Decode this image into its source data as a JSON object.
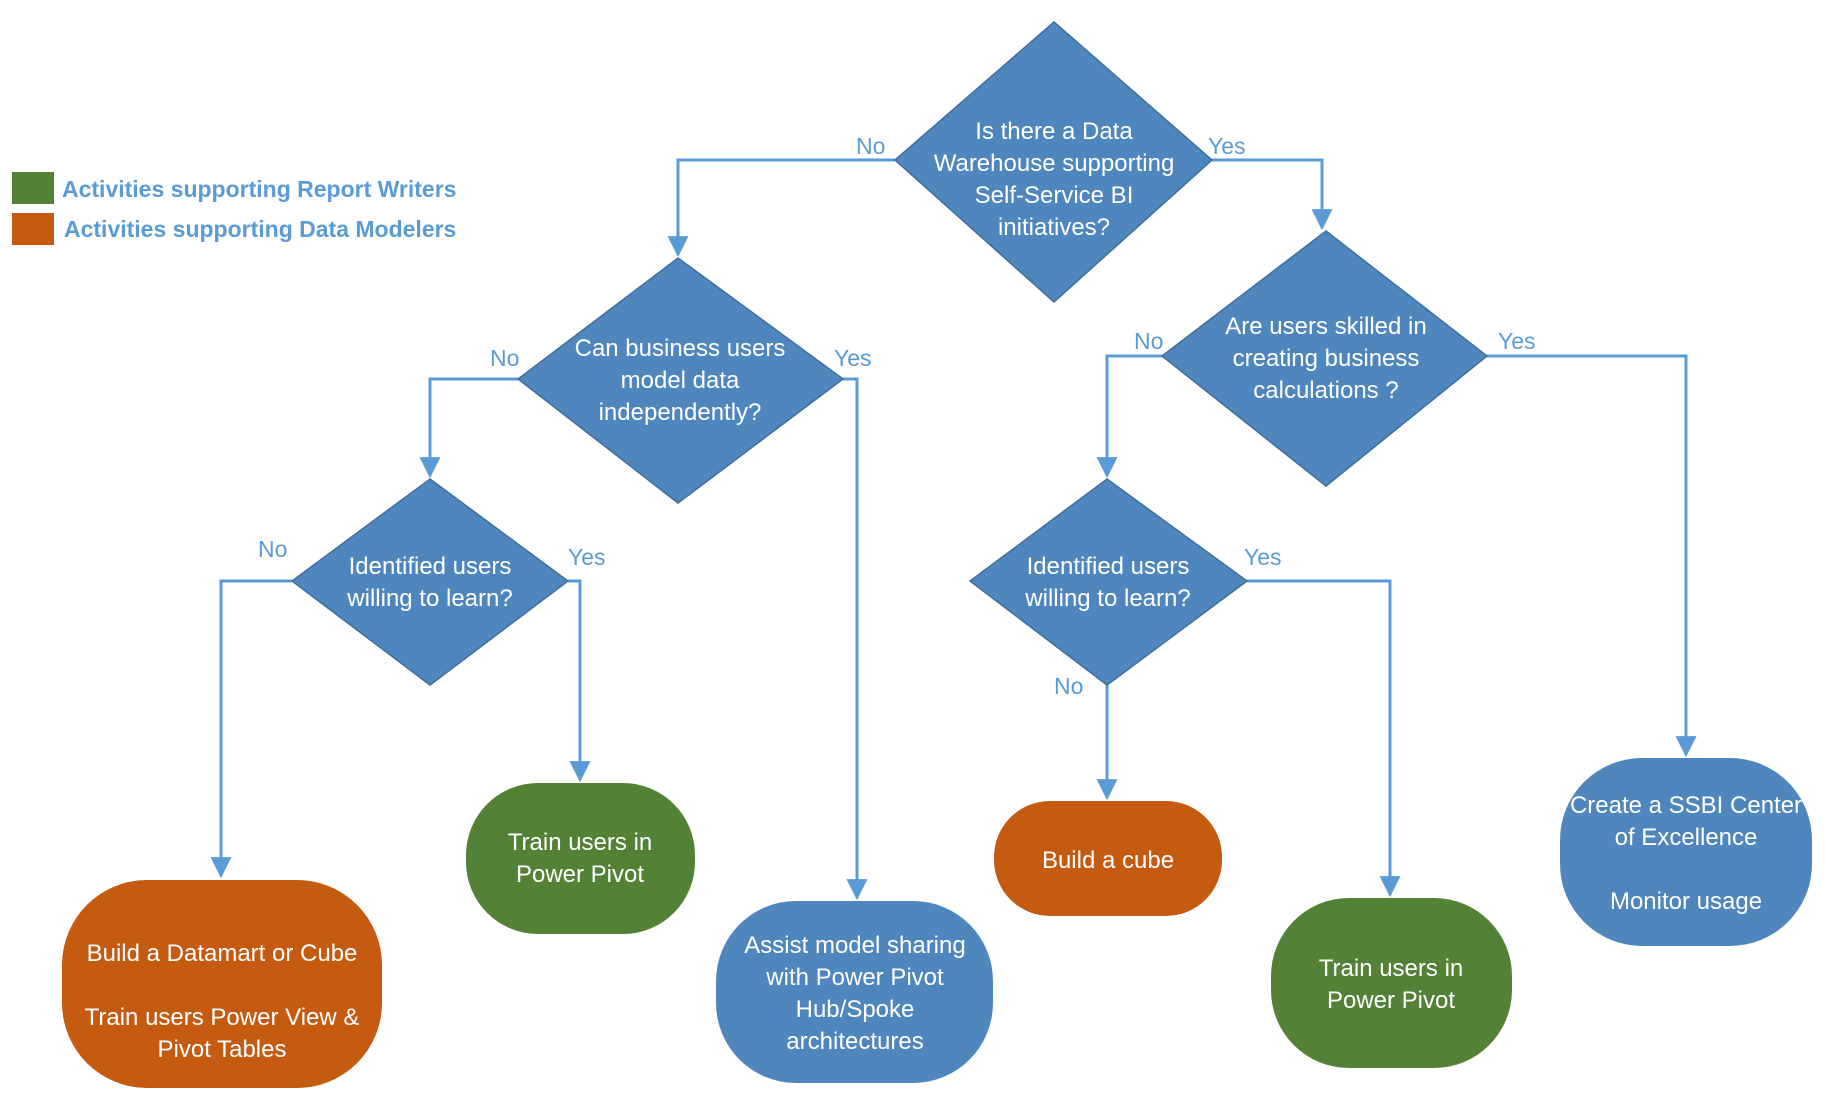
{
  "colors": {
    "decision": "#4f86bd",
    "decision_border": "#406f9e",
    "report_writers": "#538135",
    "data_modelers": "#c55a11",
    "neutral": "#4f86bd",
    "connector": "#5b9bd5",
    "label": "#5b9bd5"
  },
  "legend": {
    "report_writers": "Activities supporting Report Writers",
    "data_modelers": "Activities supporting Data Modelers"
  },
  "decisions": {
    "dw": [
      "Is there a Data",
      "Warehouse supporting",
      "Self-Service BI",
      "initiatives?"
    ],
    "model": [
      "Can business users",
      "model data",
      "independently?"
    ],
    "skilled": [
      "Are users skilled in",
      "creating business",
      "calculations ?"
    ],
    "learn_left": [
      "Identified users",
      "willing to learn?"
    ],
    "learn_right": [
      "Identified users",
      "willing to learn?"
    ]
  },
  "outcomes": {
    "datamart": [
      "Build a Datamart or Cube",
      "",
      "Train users Power View &",
      "Pivot Tables"
    ],
    "train_left": [
      "Train users in",
      "Power Pivot"
    ],
    "assist": [
      "Assist model sharing",
      "with Power Pivot",
      "Hub/Spoke",
      "architectures"
    ],
    "cube": [
      "Build a cube"
    ],
    "train_right": [
      "Train users in",
      "Power Pivot"
    ],
    "ssbi": [
      "Create a SSBI Center",
      "of Excellence",
      "",
      "Monitor usage"
    ]
  },
  "edge_labels": {
    "dw_no": "No",
    "dw_yes": "Yes",
    "model_no": "No",
    "model_yes": "Yes",
    "learn_left_no": "No",
    "learn_left_yes": "Yes",
    "skilled_no": "No",
    "skilled_yes": "Yes",
    "learn_right_no": "No",
    "learn_right_yes": "Yes"
  }
}
